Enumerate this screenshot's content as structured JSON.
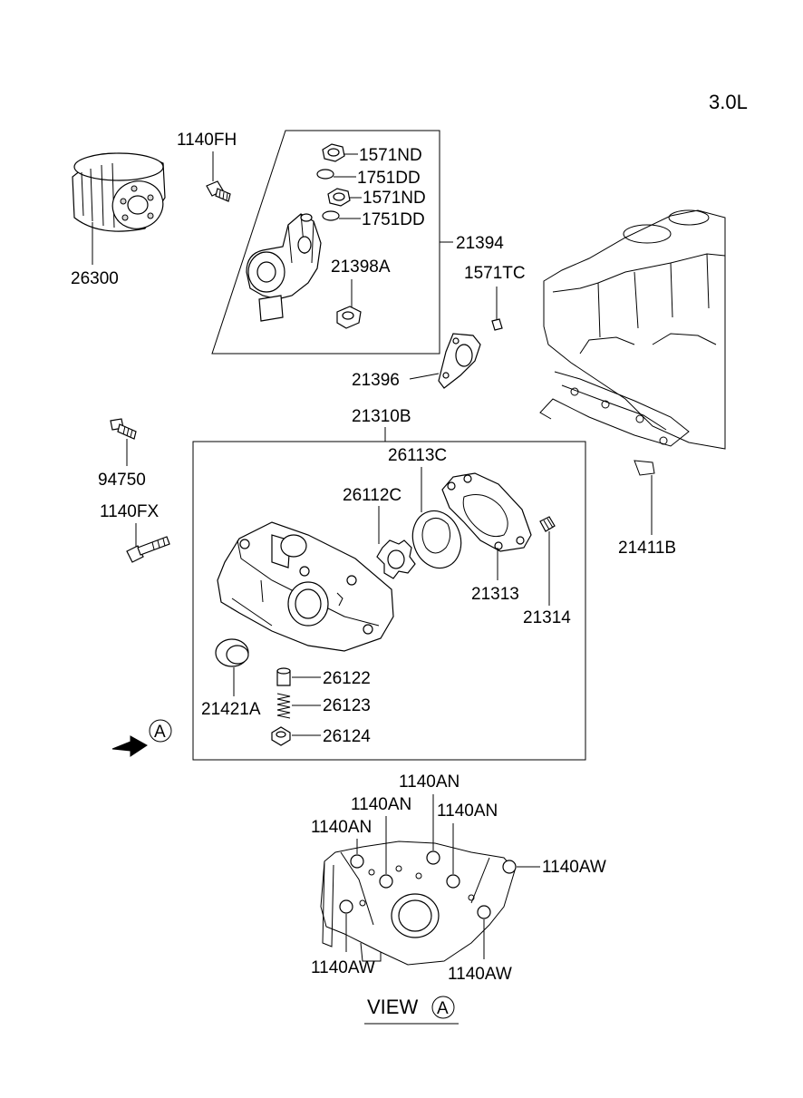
{
  "engine_label": "3.0L",
  "parts": {
    "p26300": "26300",
    "p1140FH": "1140FH",
    "p1571ND_a": "1571ND",
    "p1751DD_a": "1751DD",
    "p1571ND_b": "1571ND",
    "p1751DD_b": "1751DD",
    "p21394": "21394",
    "p21398A": "21398A",
    "p1571TC": "1571TC",
    "p21396": "21396",
    "p21310B": "21310B",
    "p94750": "94750",
    "p26113C": "26113C",
    "p26112C": "26112C",
    "p1140FX": "1140FX",
    "p21313": "21313",
    "p21314": "21314",
    "p21411B": "21411B",
    "p26122": "26122",
    "p21421A": "21421A",
    "p26123": "26123",
    "p26124": "26124"
  },
  "view_a": {
    "callout": "A",
    "an_1": "1140AN",
    "an_2": "1140AN",
    "an_3": "1140AN",
    "an_4": "1140AN",
    "aw_1": "1140AW",
    "aw_2": "1140AW",
    "aw_3": "1140AW",
    "view_word": "VIEW",
    "view_letter": "A"
  }
}
